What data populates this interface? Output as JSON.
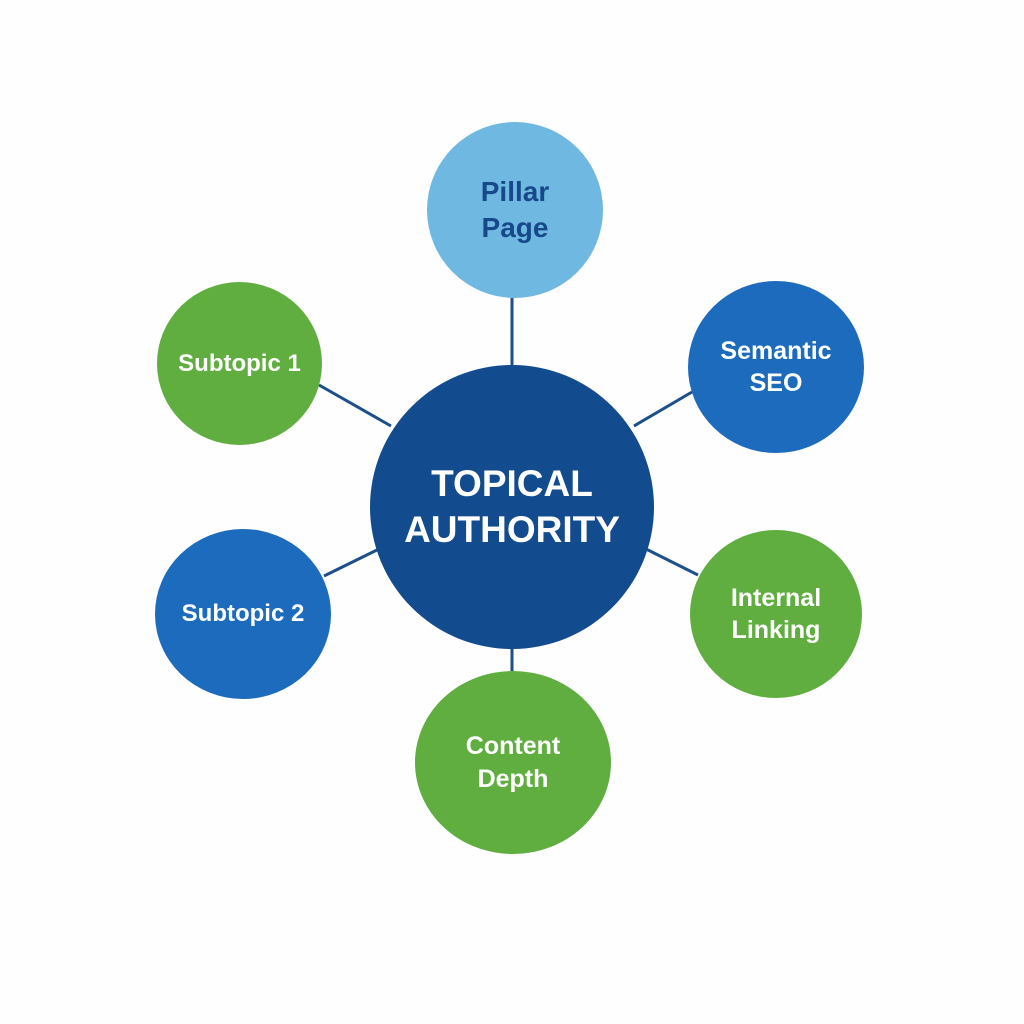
{
  "diagram": {
    "center": {
      "label": "TOPICAL\nAUTHORITY",
      "fill": "#134b8f",
      "text_color": "#ffffff"
    },
    "nodes": [
      {
        "id": "pillar",
        "label": "Pillar\nPage",
        "fill": "#6fb8e2",
        "text_color": "#17498a"
      },
      {
        "id": "semantic",
        "label": "Semantic\nSEO",
        "fill": "#1c6bbd",
        "text_color": "#ffffff"
      },
      {
        "id": "internal",
        "label": "Internal\nLinking",
        "fill": "#5fae3f",
        "text_color": "#ffffff"
      },
      {
        "id": "content",
        "label": "Content\nDepth",
        "fill": "#5fae3f",
        "text_color": "#ffffff"
      },
      {
        "id": "sub2",
        "label": "Subtopic 2",
        "fill": "#1c6bbd",
        "text_color": "#ffffff"
      },
      {
        "id": "sub1",
        "label": "Subtopic 1",
        "fill": "#5fae3f",
        "text_color": "#ffffff"
      }
    ],
    "connector_color": "#1d4f8a"
  }
}
